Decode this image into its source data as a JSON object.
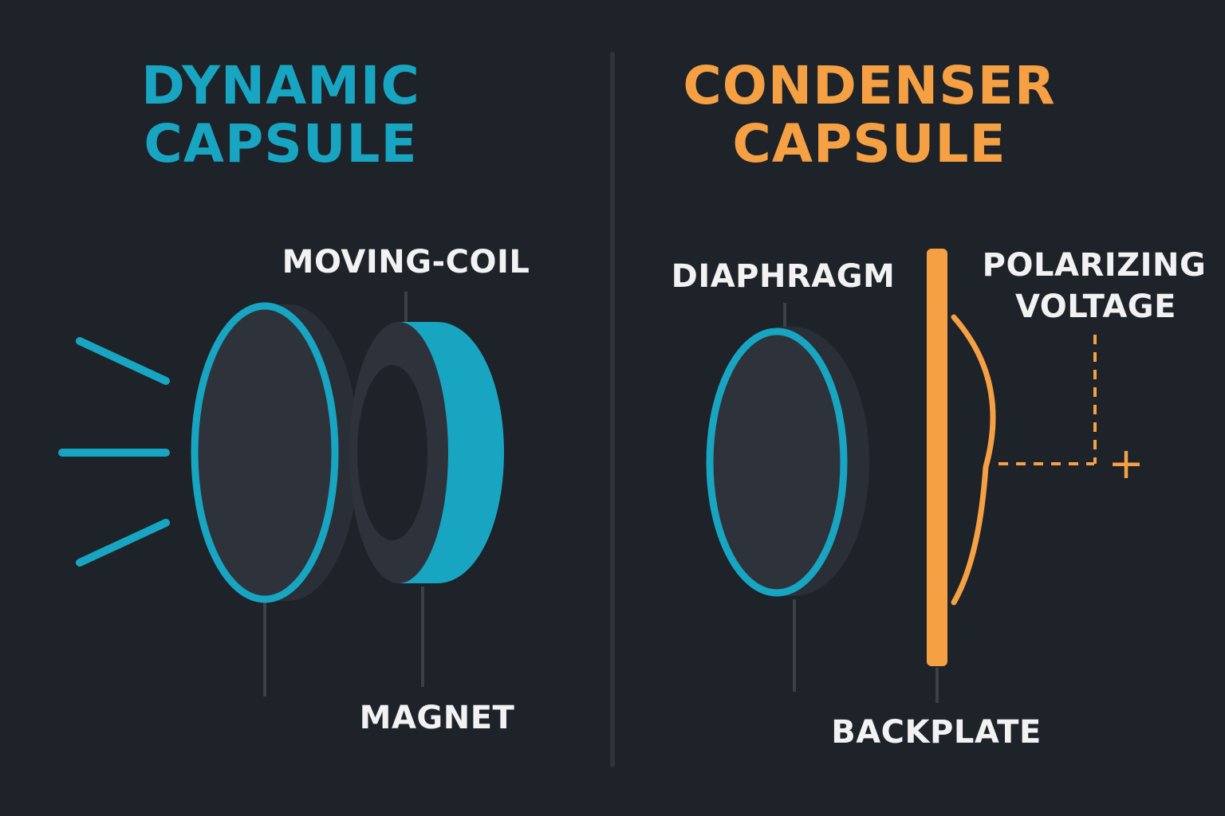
{
  "colors": {
    "background": "#1e2229",
    "divider": "#2f343c",
    "dynamic_accent": "#17a5c2",
    "condenser_accent": "#f5a043",
    "disc_fill": "#2e333b",
    "label_text": "#f2f2f2",
    "leader_line": "#3b4049"
  },
  "dynamic": {
    "title_line1": "DYNAMIC",
    "title_line2": "CAPSULE",
    "label_coil": "MOVING-COIL",
    "label_magnet": "MAGNET"
  },
  "condenser": {
    "title_line1": "CONDENSER",
    "title_line2": "CAPSULE",
    "label_diaphragm": "DIAPHRAGM",
    "label_voltage_line1": "POLARIZING",
    "label_voltage_line2": "VOLTAGE",
    "label_backplate": "BACKPLATE",
    "plus_symbol": "+"
  }
}
